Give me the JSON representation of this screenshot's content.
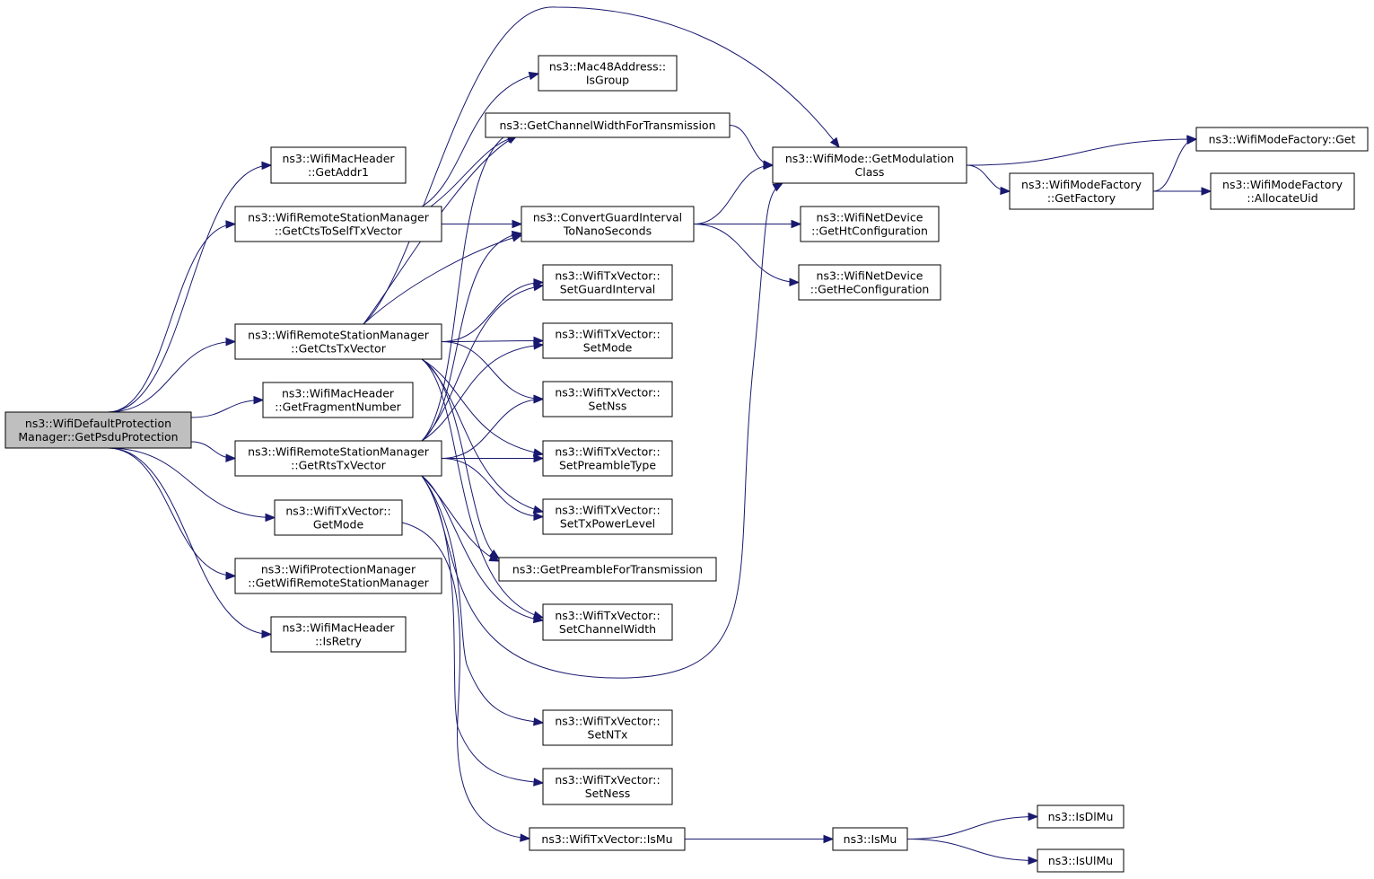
{
  "diagram": {
    "nodes": [
      {
        "id": "root",
        "lines": [
          "ns3::WifiDefaultProtection",
          "Manager::GetPsduProtection"
        ],
        "highlighted": true
      },
      {
        "id": "getaddr1",
        "lines": [
          "ns3::WifiMacHeader",
          "::GetAddr1"
        ]
      },
      {
        "id": "ctsself",
        "lines": [
          "ns3::WifiRemoteStationManager",
          "::GetCtsToSelfTxVector"
        ]
      },
      {
        "id": "ctstx",
        "lines": [
          "ns3::WifiRemoteStationManager",
          "::GetCtsTxVector"
        ]
      },
      {
        "id": "fragnum",
        "lines": [
          "ns3::WifiMacHeader",
          "::GetFragmentNumber"
        ]
      },
      {
        "id": "rtstx",
        "lines": [
          "ns3::WifiRemoteStationManager",
          "::GetRtsTxVector"
        ]
      },
      {
        "id": "getmode",
        "lines": [
          "ns3::WifiTxVector::",
          "GetMode"
        ]
      },
      {
        "id": "getwrsm",
        "lines": [
          "ns3::WifiProtectionManager",
          "::GetWifiRemoteStationManager"
        ]
      },
      {
        "id": "isretry",
        "lines": [
          "ns3::WifiMacHeader",
          "::IsRetry"
        ]
      },
      {
        "id": "isgroup",
        "lines": [
          "ns3::Mac48Address::",
          "IsGroup"
        ]
      },
      {
        "id": "chwidth",
        "lines": [
          "ns3::GetChannelWidthForTransmission"
        ]
      },
      {
        "id": "convgi",
        "lines": [
          "ns3::ConvertGuardInterval",
          "ToNanoSeconds"
        ]
      },
      {
        "id": "setgi",
        "lines": [
          "ns3::WifiTxVector::",
          "SetGuardInterval"
        ]
      },
      {
        "id": "setmode",
        "lines": [
          "ns3::WifiTxVector::",
          "SetMode"
        ]
      },
      {
        "id": "setnss",
        "lines": [
          "ns3::WifiTxVector::",
          "SetNss"
        ]
      },
      {
        "id": "setpreamble",
        "lines": [
          "ns3::WifiTxVector::",
          "SetPreambleType"
        ]
      },
      {
        "id": "settxpower",
        "lines": [
          "ns3::WifiTxVector::",
          "SetTxPowerLevel"
        ]
      },
      {
        "id": "getpreamble",
        "lines": [
          "ns3::GetPreambleForTransmission"
        ]
      },
      {
        "id": "setchwidth",
        "lines": [
          "ns3::WifiTxVector::",
          "SetChannelWidth"
        ]
      },
      {
        "id": "setntx",
        "lines": [
          "ns3::WifiTxVector::",
          "SetNTx"
        ]
      },
      {
        "id": "setness",
        "lines": [
          "ns3::WifiTxVector::",
          "SetNess"
        ]
      },
      {
        "id": "txismu",
        "lines": [
          "ns3::WifiTxVector::IsMu"
        ]
      },
      {
        "id": "modclass",
        "lines": [
          "ns3::WifiMode::GetModulation",
          "Class"
        ]
      },
      {
        "id": "getht",
        "lines": [
          "ns3::WifiNetDevice",
          "::GetHtConfiguration"
        ]
      },
      {
        "id": "gethe",
        "lines": [
          "ns3::WifiNetDevice",
          "::GetHeConfiguration"
        ]
      },
      {
        "id": "ismu",
        "lines": [
          "ns3::IsMu"
        ]
      },
      {
        "id": "factget",
        "lines": [
          "ns3::WifiModeFactory::Get"
        ]
      },
      {
        "id": "getfactory",
        "lines": [
          "ns3::WifiModeFactory",
          "::GetFactory"
        ]
      },
      {
        "id": "alloc",
        "lines": [
          "ns3::WifiModeFactory",
          "::AllocateUid"
        ]
      },
      {
        "id": "isdlmu",
        "lines": [
          "ns3::IsDlMu"
        ]
      },
      {
        "id": "isulmu",
        "lines": [
          "ns3::IsUlMu"
        ]
      }
    ],
    "edges": [
      [
        "root",
        "getaddr1"
      ],
      [
        "root",
        "ctsself"
      ],
      [
        "root",
        "ctstx"
      ],
      [
        "root",
        "fragnum"
      ],
      [
        "root",
        "rtstx"
      ],
      [
        "root",
        "getmode"
      ],
      [
        "root",
        "getwrsm"
      ],
      [
        "root",
        "isretry"
      ],
      [
        "ctsself",
        "isgroup"
      ],
      [
        "ctsself",
        "chwidth"
      ],
      [
        "ctsself",
        "convgi"
      ],
      [
        "ctstx",
        "chwidth"
      ],
      [
        "ctstx",
        "convgi"
      ],
      [
        "ctstx",
        "modclass"
      ],
      [
        "ctstx",
        "setgi"
      ],
      [
        "ctstx",
        "setmode"
      ],
      [
        "ctstx",
        "setnss"
      ],
      [
        "ctstx",
        "setpreamble"
      ],
      [
        "ctstx",
        "settxpower"
      ],
      [
        "ctstx",
        "getpreamble"
      ],
      [
        "ctstx",
        "setchwidth"
      ],
      [
        "rtstx",
        "chwidth"
      ],
      [
        "rtstx",
        "convgi"
      ],
      [
        "rtstx",
        "modclass"
      ],
      [
        "rtstx",
        "setgi"
      ],
      [
        "rtstx",
        "setmode"
      ],
      [
        "rtstx",
        "setnss"
      ],
      [
        "rtstx",
        "setpreamble"
      ],
      [
        "rtstx",
        "settxpower"
      ],
      [
        "rtstx",
        "getpreamble"
      ],
      [
        "rtstx",
        "setchwidth"
      ],
      [
        "rtstx",
        "setntx"
      ],
      [
        "rtstx",
        "setness"
      ],
      [
        "getmode",
        "txismu"
      ],
      [
        "chwidth",
        "modclass"
      ],
      [
        "convgi",
        "modclass"
      ],
      [
        "convgi",
        "getht"
      ],
      [
        "convgi",
        "gethe"
      ],
      [
        "txismu",
        "ismu"
      ],
      [
        "ismu",
        "isdlmu"
      ],
      [
        "ismu",
        "isulmu"
      ],
      [
        "modclass",
        "factget"
      ],
      [
        "modclass",
        "getfactory"
      ],
      [
        "getfactory",
        "factget"
      ],
      [
        "getfactory",
        "alloc"
      ]
    ]
  }
}
